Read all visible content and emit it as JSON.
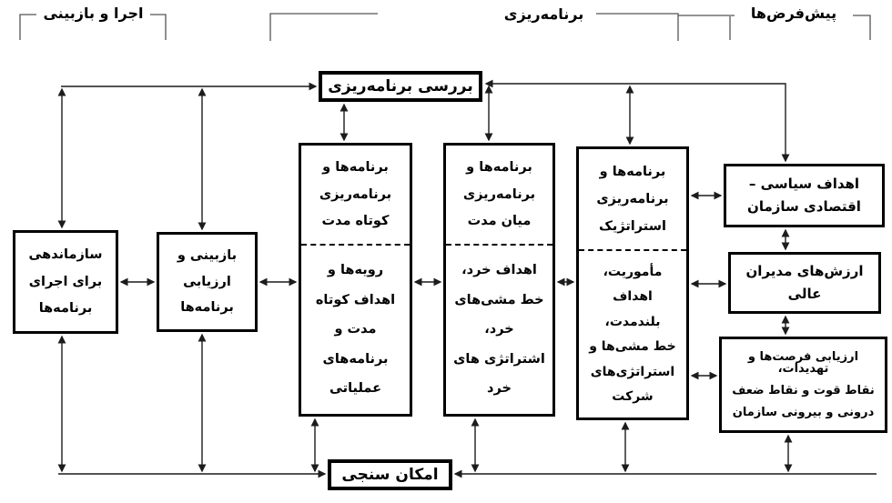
{
  "section_labels": {
    "execution_review": "اجرا و بازبینی",
    "planning": "برنامه‌ریزی",
    "premises": "پیش‌فرض‌ها"
  },
  "boxes": {
    "planning_review": {
      "label": "بررسی برنامه‌ریزی"
    },
    "feasibility": {
      "label": "امکان سنجی"
    },
    "organizing": {
      "lines": [
        "سازماندهی",
        "برای اجرای",
        "برنامه‌ها"
      ]
    },
    "review_evaluation": {
      "lines": [
        "بازبینی و",
        "ارزیابی",
        "برنامه‌ها"
      ]
    },
    "short_term": {
      "top_lines": [
        "برنامه‌ها و",
        "برنامه‌ریزی",
        "کوتاه مدت"
      ],
      "bottom_lines": [
        "رویه‌ها و",
        "اهداف کوتاه",
        "مدت و",
        "برنامه‌های",
        "عملیاتی"
      ]
    },
    "mid_term": {
      "top_lines": [
        "برنامه‌ها و",
        "برنامه‌ریزی",
        "میان مدت"
      ],
      "bottom_lines": [
        "اهداف خرد،",
        "خط مشی‌های",
        "خرد،",
        "اشتراتژی های",
        "خرد"
      ]
    },
    "strategic": {
      "top_lines": [
        "برنامه‌ها و",
        "برنامه‌ریزی",
        "استراتژیک"
      ],
      "bottom_lines": [
        "مأموریت،",
        "اهداف",
        "بلندمدت،",
        "خط مشی‌ها و",
        "استراتژی‌های",
        "شرکت"
      ]
    },
    "political_goals": {
      "lines": [
        "اهداف سیاسی –",
        "اقتصادی سازمان"
      ]
    },
    "managers_values": {
      "lines": [
        "ارزش‌های مدیران",
        "عالی"
      ]
    },
    "swot": {
      "lines": [
        "ارزیابی فرصت‌ها و تهدیدات،",
        "نقاط قوت و نقاط ضعف",
        "درونی و بیرونی سازمان"
      ]
    }
  },
  "colors": {
    "ink": "#000000",
    "background": "#ffffff"
  }
}
